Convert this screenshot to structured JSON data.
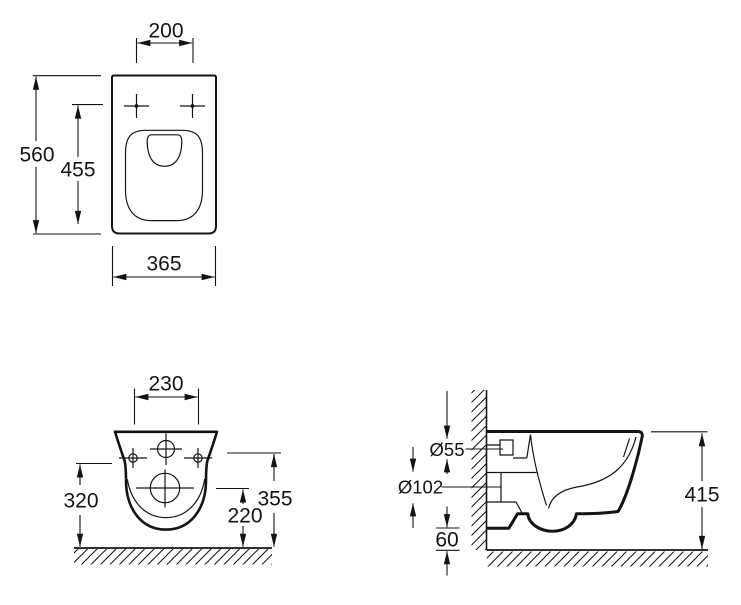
{
  "colors": {
    "ink": "#141414",
    "background": "#ffffff"
  },
  "views": {
    "top": {
      "hole_spacing": "200",
      "depth_overall": "560",
      "depth_inner": "455",
      "width": "365"
    },
    "front": {
      "hole_spacing": "230",
      "height_left": "320",
      "height_right": "355",
      "outlet_height": "220"
    },
    "side": {
      "inlet_diameter": "Ø55",
      "outlet_diameter": "Ø102",
      "bottom_gap": "60",
      "height_overall": "415"
    }
  }
}
